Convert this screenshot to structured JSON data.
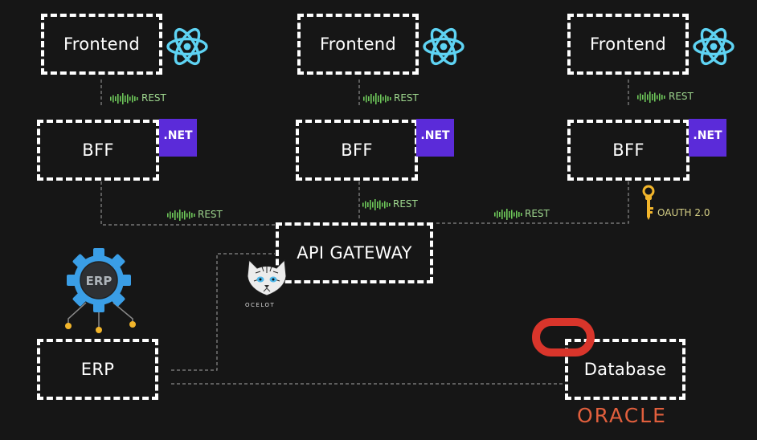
{
  "services": [
    {
      "frontend_label": "Frontend",
      "bff_label": "BFF",
      "net_label": ".NET",
      "rest_label": "REST"
    },
    {
      "frontend_label": "Frontend",
      "bff_label": "BFF",
      "net_label": ".NET",
      "rest_label": "REST"
    },
    {
      "frontend_label": "Frontend",
      "bff_label": "BFF",
      "net_label": ".NET",
      "rest_label": "REST"
    }
  ],
  "gateway": {
    "label": "API GATEWAY",
    "left_rest_label": "REST",
    "middle_rest_label": "REST",
    "right_rest_label": "REST",
    "oauth_label": "OAUTH 2.0",
    "ocelot_label": "OCELOT"
  },
  "erp": {
    "label": "ERP",
    "icon_label": "ERP"
  },
  "database": {
    "label": "Database",
    "vendor_label": "ORACLE"
  },
  "colors": {
    "background": "#161616",
    "box_border": "#ffffff",
    "react_cyan": "#5ed3f3",
    "dotnet_purple": "#5b2bd9",
    "rest_green": "#6ec85a",
    "oracle_red": "#e15f3d",
    "erp_blue": "#3a9ee6",
    "key_gold": "#f2b52b"
  },
  "icons": [
    "react-icon",
    "dotnet-badge",
    "sound-wave-icon",
    "key-icon",
    "ocelot-cat-icon",
    "erp-gear-icon",
    "oracle-ring-icon"
  ]
}
